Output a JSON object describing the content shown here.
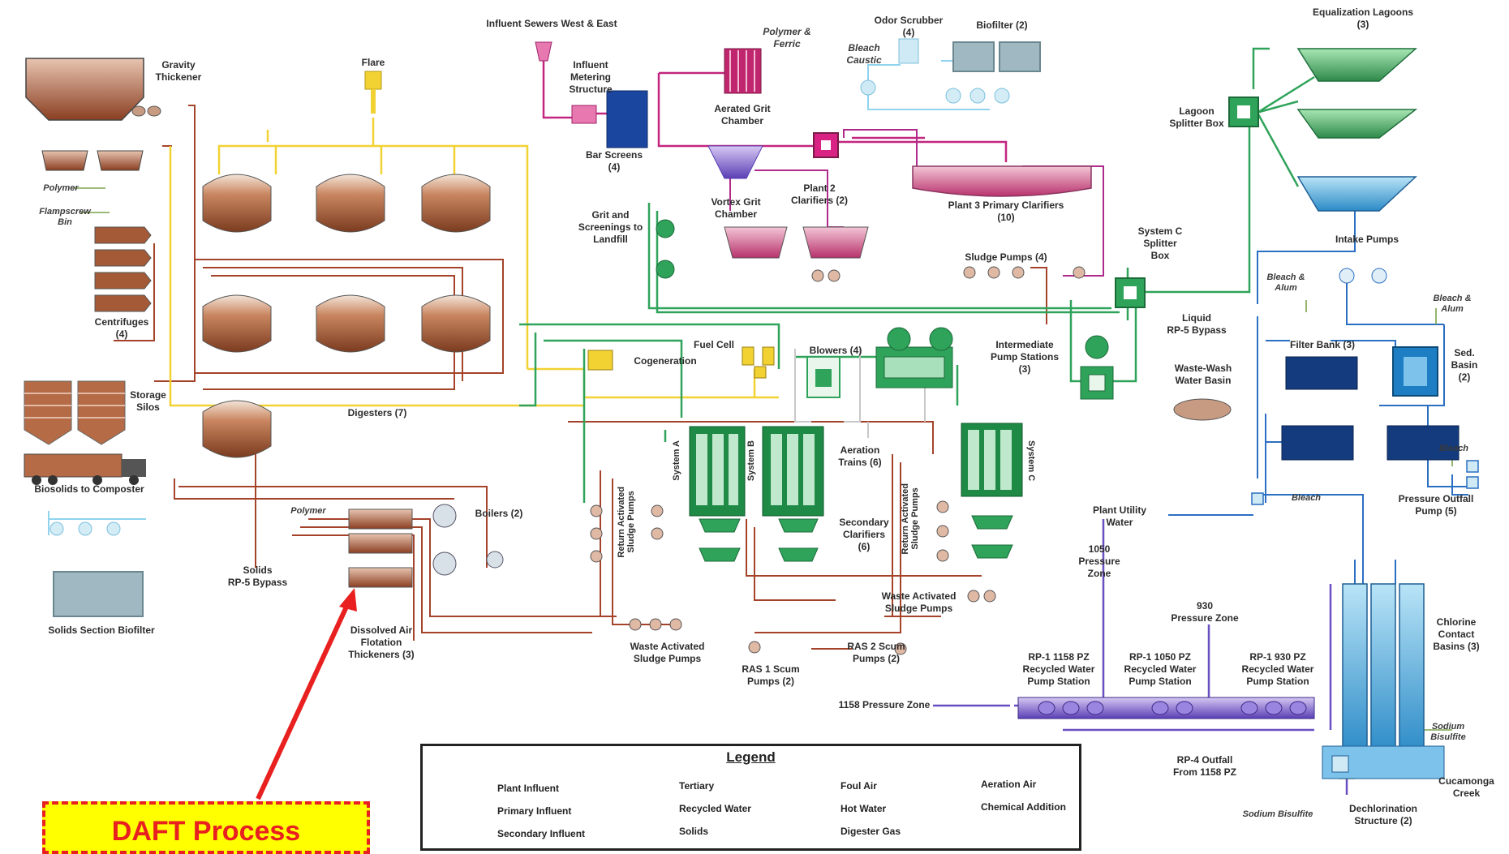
{
  "labels": {
    "influent_sewers": "Influent Sewers West & East",
    "influent_metering": "Influent\nMetering\nStructure",
    "bar_screens": "Bar Screens\n(4)",
    "grit_screenings": "Grit and\nScreenings to\nLandfill",
    "polymer_ferric": "Polymer &\nFerric",
    "aerated_grit": "Aerated Grit\nChamber",
    "vortex_grit": "Vortex Grit\nChamber",
    "odor_scrubber": "Odor Scrubber\n(4)",
    "bleach_caustic": "Bleach\nCaustic",
    "biofilter_2": "Biofilter (2)",
    "equalization_lagoons": "Equalization Lagoons\n(3)",
    "lagoon_splitter": "Lagoon\nSplitter Box",
    "plant2_clarifiers": "Plant 2\nClarifiers (2)",
    "plant3_primary": "Plant 3 Primary Clarifiers\n(10)",
    "sludge_pumps": "Sludge Pumps (4)",
    "system_c_splitter": "System C\nSplitter\nBox",
    "liquid_bypass": "Liquid\nRP-5 Bypass",
    "intake_pumps": "Intake Pumps",
    "bleach_alum_1": "Bleach &\nAlum",
    "bleach_alum_2": "Bleach &\nAlum",
    "filter_bank": "Filter Bank (3)",
    "sed_basin": "Sed.\nBasin\n(2)",
    "waste_wash": "Waste-Wash\nWater Basin",
    "bleach_1": "Bleach",
    "bleach_2": "Bleach",
    "pressure_outfall": "Pressure Outfall\nPump (5)",
    "gravity_thickener": "Gravity\nThickener",
    "flare": "Flare",
    "polymer_1": "Polymer",
    "flampscrew": "Flampscrew\nBin",
    "centrifuges": "Centrifuges\n(4)",
    "storage_silos": "Storage\nSilos",
    "biosolids": "Biosolids to Composter",
    "solids_biofilter": "Solids Section Biofilter",
    "digesters": "Digesters (7)",
    "cogeneration": "Cogeneration",
    "fuel_cell": "Fuel Cell",
    "blowers": "Blowers (4)",
    "intermediate_pump": "Intermediate\nPump Stations\n(3)",
    "aeration_trains": "Aeration\nTrains (6)",
    "system_a": "System A",
    "system_b": "System B",
    "system_c": "System C",
    "secondary_clarifiers": "Secondary\nClarifiers\n(6)",
    "ras_pumps_1": "Return Activated\nSludge Pumps",
    "ras_pumps_2": "Return Activated\nSludge Pumps",
    "waste_activated_1": "Waste Activated\nSludge Pumps",
    "waste_activated_2": "Waste Activated\nSludge Pumps",
    "ras1_scum": "RAS 1 Scum\nPumps (2)",
    "ras2_scum": "RAS 2 Scum\nPumps (2)",
    "polymer_2": "Polymer",
    "boilers": "Boilers (2)",
    "solids_bypass": "Solids\nRP-5 Bypass",
    "daft": "Dissolved Air\nFlotation\nThickeners (3)",
    "plant_utility": "Plant Utility\nWater",
    "pz_1050": "1050\nPressure\nZone",
    "pz_930": "930\nPressure Zone",
    "rp1_1158": "RP-1 1158 PZ\nRecycled Water\nPump Station",
    "rp1_1050": "RP-1 1050 PZ\nRecycled Water\nPump Station",
    "rp1_930": "RP-1 930 PZ\nRecycled Water\nPump Station",
    "pz_1158": "1158 Pressure Zone",
    "rp4_outfall": "RP-4 Outfall\nFrom 1158 PZ",
    "chlorine_contact": "Chlorine\nContact\nBasins (3)",
    "sodium_bisulfite_1": "Sodium\nBisulfite",
    "sodium_bisulfite_2": "Sodium Bisulfite",
    "dechlorination": "Dechlorination\nStructure (2)",
    "cucamonga": "Cucamonga\nCreek"
  },
  "legend": {
    "title": "Legend",
    "items": [
      {
        "label": "Plant Influent",
        "color": "#c2267f"
      },
      {
        "label": "Primary Influent",
        "color": "#b02a8c"
      },
      {
        "label": "Secondary Influent",
        "color": "#2fa35a"
      },
      {
        "label": "Tertiary",
        "color": "#2a6fc1"
      },
      {
        "label": "Recycled Water",
        "color": "#1f5fb5"
      },
      {
        "label": "Solids",
        "color": "#a5432a"
      },
      {
        "label": "Foul Air",
        "color": "#8fd3ef"
      },
      {
        "label": "Hot Water",
        "color": "#444444"
      },
      {
        "label": "Digester Gas",
        "color": "#f2d233"
      },
      {
        "label": "Aeration Air",
        "color": "#c8c8c8"
      },
      {
        "label": "Chemical Addition",
        "color": "#7aa34a"
      }
    ]
  },
  "callout": {
    "text": "DAFT Process"
  },
  "colors": {
    "plant_influent": "#c2267f",
    "secondary": "#2fa35a",
    "tertiary": "#2a6fc1",
    "solids": "#a5432a",
    "foul_air": "#8fd3ef",
    "digester_gas": "#f2d233",
    "recycled": "#6a4fc2",
    "callout_red": "#e8201f"
  }
}
